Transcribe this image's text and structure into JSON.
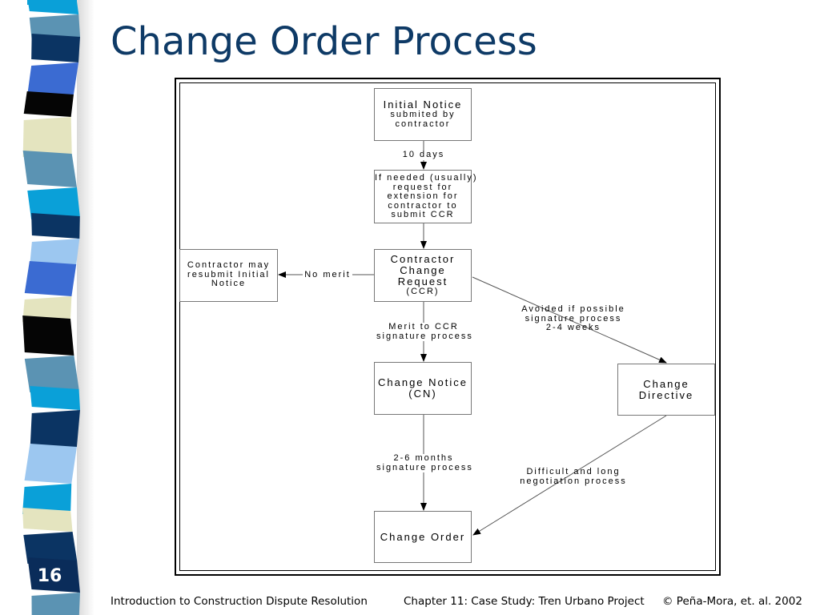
{
  "slide": {
    "number": "16",
    "title": "Change Order Process",
    "colors": {
      "title": "#0e3a66",
      "strip": [
        "#0aa0d8",
        "#5b93b3",
        "#0b3463",
        "#3b6bd2",
        "#050505",
        "#e4e4bf",
        "#9cc7f0",
        "#0a2c5a"
      ]
    }
  },
  "diagram": {
    "nodes": {
      "initial_notice": {
        "title": "Initial Notice",
        "lines": [
          "submited by",
          "contractor"
        ]
      },
      "extension_request": {
        "lines": [
          "If needed (usually)",
          "request for",
          "extension for",
          "contractor to",
          "submit CCR"
        ]
      },
      "ccr": {
        "lines": [
          "Contractor",
          "Change",
          "Request"
        ],
        "sub": "(CCR)"
      },
      "resubmit": {
        "lines": [
          "Contractor may",
          "resubmit Initial",
          "Notice"
        ]
      },
      "change_notice": {
        "lines": [
          "Change Notice",
          "(CN)"
        ]
      },
      "change_directive": {
        "lines": [
          "Change",
          "Directive"
        ]
      },
      "change_order": {
        "lines": [
          "Change Order"
        ]
      }
    },
    "edge_labels": {
      "ten_days": "10 days",
      "no_merit": "No merit",
      "merit": [
        "Merit to CCR",
        "signature process"
      ],
      "avoided": [
        "Avoided if possible",
        "signature process",
        "2-4 weeks"
      ],
      "two_six_months": [
        "2-6 months",
        "signature process"
      ],
      "difficult": [
        "Difficult and long",
        "negotiation process"
      ]
    }
  },
  "footer": {
    "left": "Introduction to Construction Dispute Resolution",
    "center": "Chapter 11: Case Study: Tren Urbano Project",
    "right": "© Peña-Mora, et. al. 2002"
  }
}
